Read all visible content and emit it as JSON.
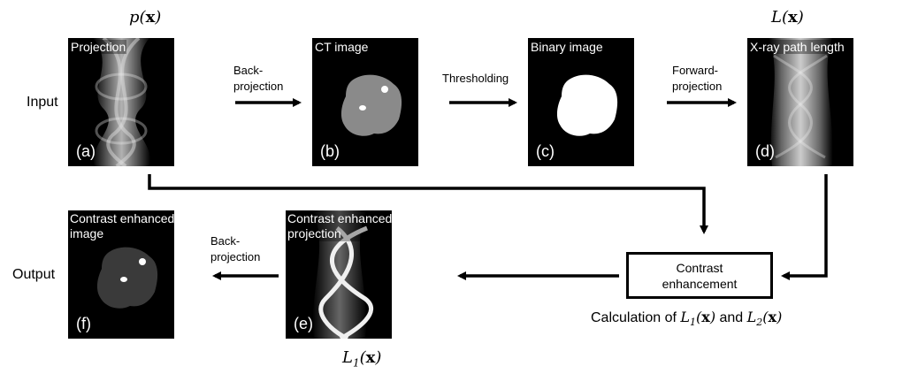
{
  "row_labels": {
    "input": "Input",
    "output": "Output"
  },
  "math": {
    "p_main": "p",
    "p_arg": "x",
    "L_main": "L",
    "L_arg": "x",
    "L1_main": "L",
    "L1_sub": "1",
    "L1_arg": "x"
  },
  "panels": {
    "a": {
      "title": "Projection",
      "letter": "(a)"
    },
    "b": {
      "title": "CT image",
      "letter": "(b)"
    },
    "c": {
      "title": "Binary image",
      "letter": "(c)"
    },
    "d": {
      "title": "X-ray path length",
      "letter": "(d)"
    },
    "e": {
      "title_line1": "Contrast enhanced",
      "title_line2": "projection",
      "letter": "(e)"
    },
    "f": {
      "title_line1": "Contrast enhanced",
      "title_line2": "image",
      "letter": "(f)"
    }
  },
  "arrow_labels": {
    "backprojection_top": [
      "Back-",
      "projection"
    ],
    "thresholding": "Thresholding",
    "forward_projection": [
      "Forward-",
      "projection"
    ],
    "backprojection_bottom": [
      "Back-",
      "projection"
    ]
  },
  "box": {
    "line1": "Contrast",
    "line2": "enhancement"
  },
  "calc": {
    "prefix": "Calculation of ",
    "L1": "L",
    "sub1": "1",
    "arg": "x",
    "and": " and ",
    "L2": "L",
    "sub2": "2"
  }
}
